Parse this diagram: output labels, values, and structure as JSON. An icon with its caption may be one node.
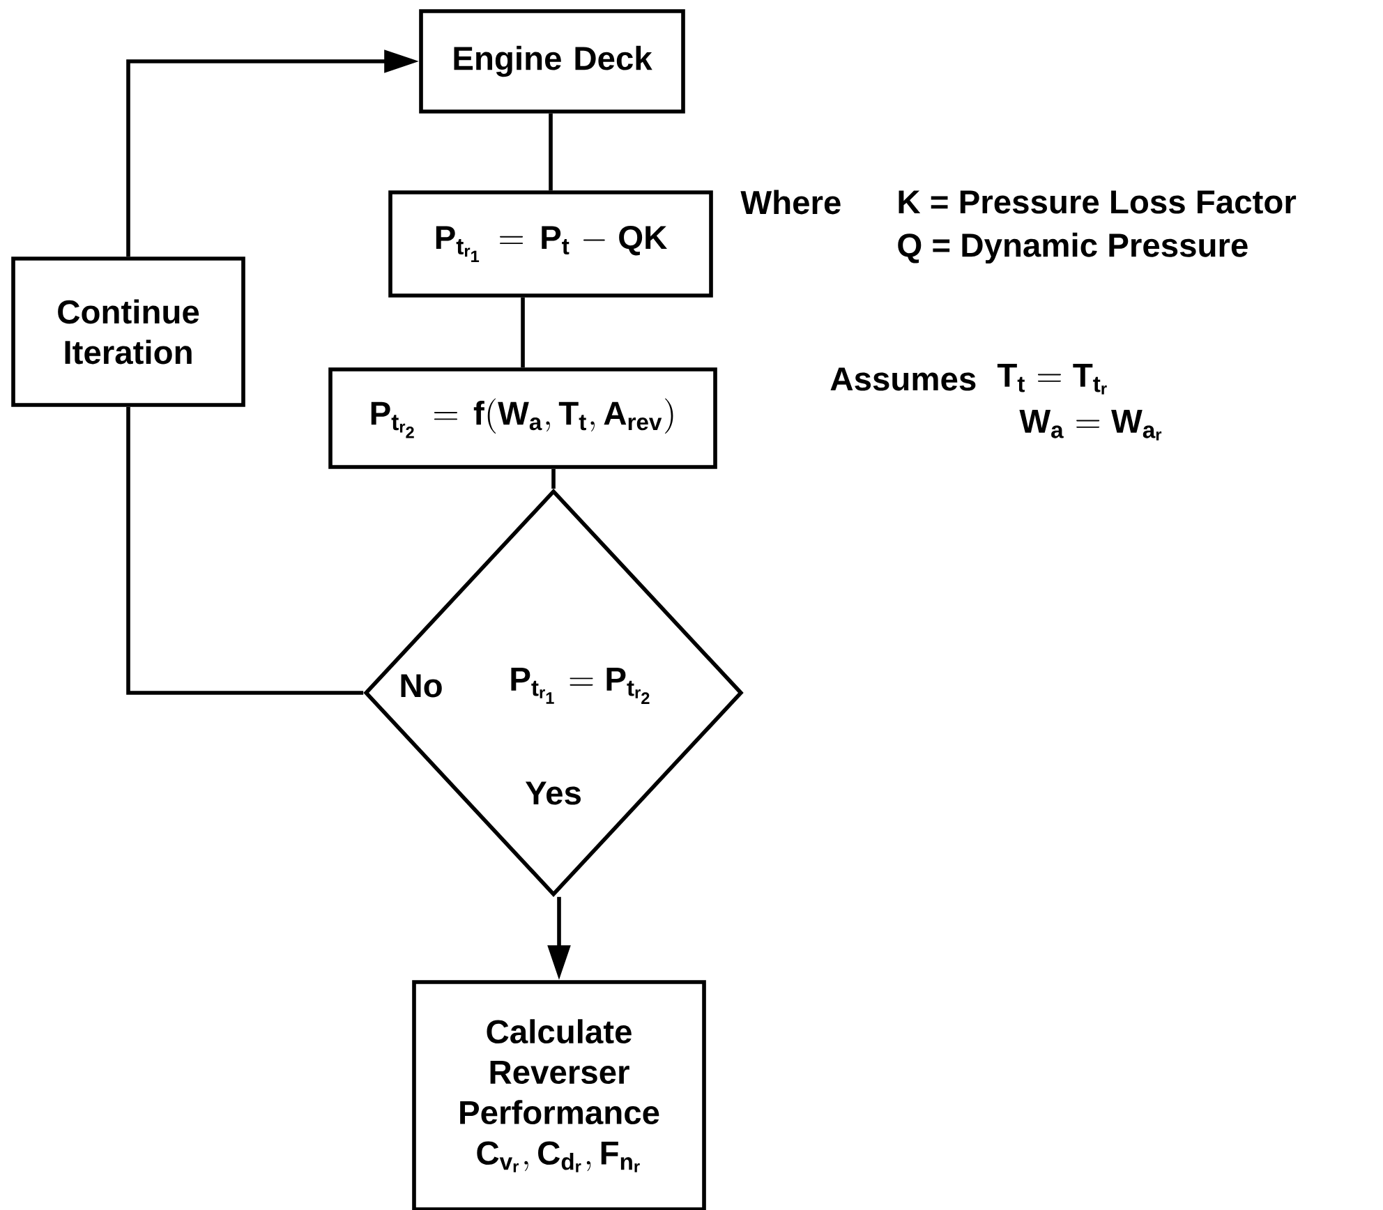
{
  "diagram": {
    "nodes": [
      {
        "text": [
          "Engine Deck"
        ]
      },
      {
        "text": [
          "P_{t_{r_1}} = P_t - QK"
        ]
      },
      {
        "text": [
          "P_{t_{r_2}} = f(W_a, T_t, A_{rev})"
        ]
      },
      {
        "text": [
          "No",
          "P_{t_{r_1}} = P_{t_{r_2}}",
          "Yes"
        ]
      },
      {
        "text": [
          "Continue Iteration"
        ]
      },
      {
        "text": [
          "Calculate Reverser Performance",
          "C_{v_r}, C_{d_r}, F_{n_r}"
        ]
      }
    ],
    "edges": [
      {
        "from": 0,
        "to": 1,
        "arrow": "none"
      },
      {
        "from": 1,
        "to": 2,
        "arrow": "none"
      },
      {
        "from": 2,
        "to": 3,
        "arrow": "none"
      },
      {
        "from": 3,
        "to": 4,
        "arrow": "none"
      },
      {
        "from": 4,
        "to": 0,
        "arrow": "to"
      },
      {
        "from": 3,
        "to": 5,
        "arrow": "to"
      }
    ],
    "labels": [
      "Where",
      "K = Pressure Loss Factor",
      "Q = Dynamic Pressure",
      "Assumes",
      "T_t = T_{t_r}",
      "W_a = W_{a_r}"
    ]
  }
}
